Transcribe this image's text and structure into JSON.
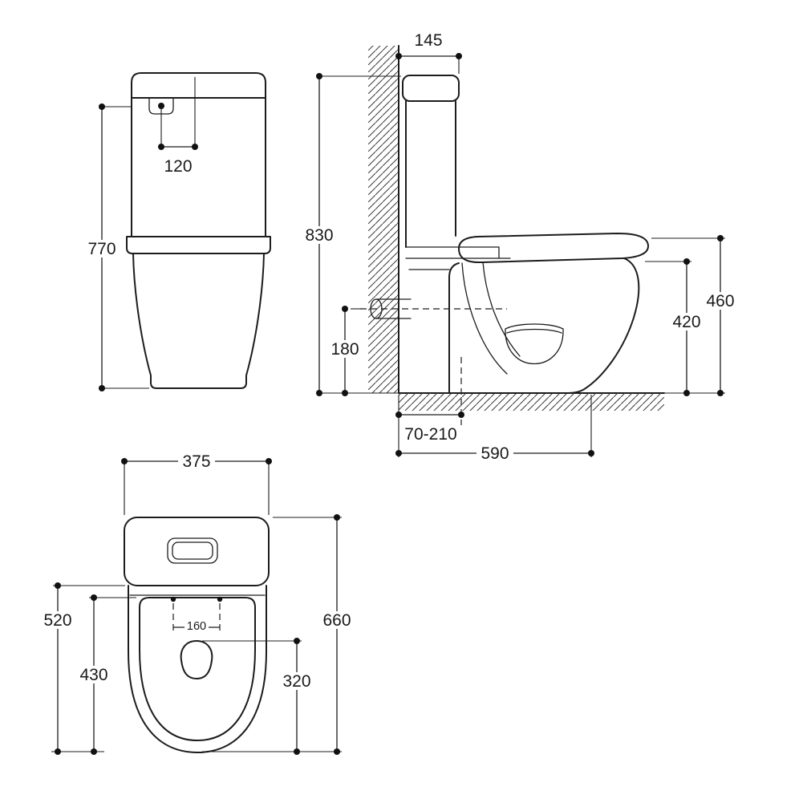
{
  "drawing": {
    "type": "toilet-suite technical dimension drawing",
    "colors": {
      "line": "#1c1c1c",
      "background": "#ffffff"
    },
    "front_view": {
      "dim_button_offset": "120",
      "dim_height": "770"
    },
    "side_view": {
      "dim_cistern_depth": "145",
      "dim_total_height": "830",
      "dim_seat_height": "460",
      "dim_rim_height": "420",
      "dim_inlet_height": "180",
      "dim_setout_range": "70-210",
      "dim_projection": "590"
    },
    "plan_view": {
      "dim_width": "375",
      "dim_total_depth": "660",
      "dim_bowl_depth": "520",
      "dim_seat_depth": "430",
      "dim_opening_depth": "320",
      "dim_button_width": "160"
    }
  }
}
